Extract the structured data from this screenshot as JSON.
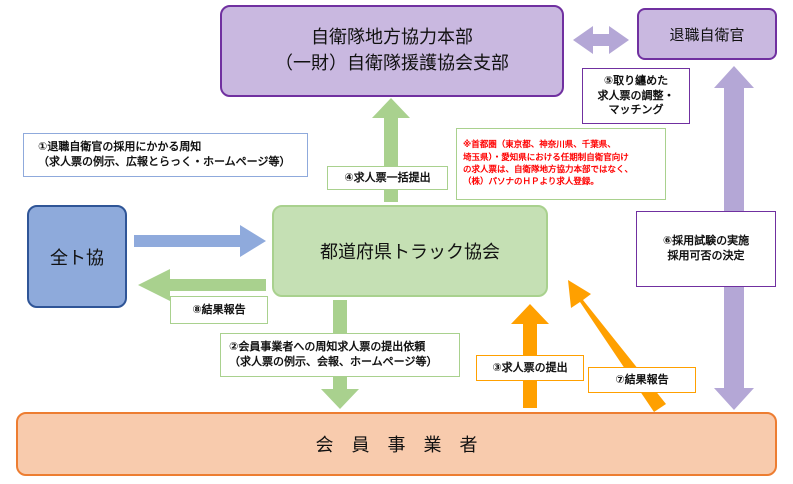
{
  "colors": {
    "purple_fill": "#c9b8e0",
    "purple_border": "#7030a0",
    "green_fill": "#c5e0b4",
    "green_border": "#a9d18e",
    "blue_fill": "#8eaadb",
    "blue_border": "#2f5597",
    "orange_fill": "#f8cbad",
    "orange_border": "#ed7d31",
    "arrow_green": "#a9d18e",
    "arrow_blue": "#8faadc",
    "arrow_orange": "#ffa000",
    "arrow_lavender": "#b4a7d6",
    "note_red": "#ff0000"
  },
  "nodes": {
    "hq": [
      "自衛隊地方協力本部",
      "（一財）自衛隊援護協会支部"
    ],
    "retired": "退職自衛官",
    "zentokyo": "全ト協",
    "prefecture": "都道府県トラック協会",
    "members": "会　員　事　業　者"
  },
  "labels": {
    "step1": [
      "①退職自衛官の採用にかかる周知",
      "（求人票の例示、広報とらっく・ホームページ等）"
    ],
    "step2": [
      "②会員事業者への周知求人票の提出依頼",
      "（求人票の例示、会報、ホームページ等）"
    ],
    "step3": "③求人票の提出",
    "step4": "④求人票一括提出",
    "step5": [
      "⑤取り纏めた",
      "求人票の調整・",
      "マッチング"
    ],
    "step6": [
      "⑥採用試験の実施",
      "採用可否の決定"
    ],
    "step7": "⑦結果報告",
    "step8": "⑧結果報告",
    "note": [
      "※首都圏（東京都、神奈川県、千葉県、",
      "埼玉県）・愛知県における任期制自衛官向け",
      "の求人票は、自衛隊地方協力本部ではなく、",
      "（株）パソナのＨＰより求人登録。"
    ]
  }
}
